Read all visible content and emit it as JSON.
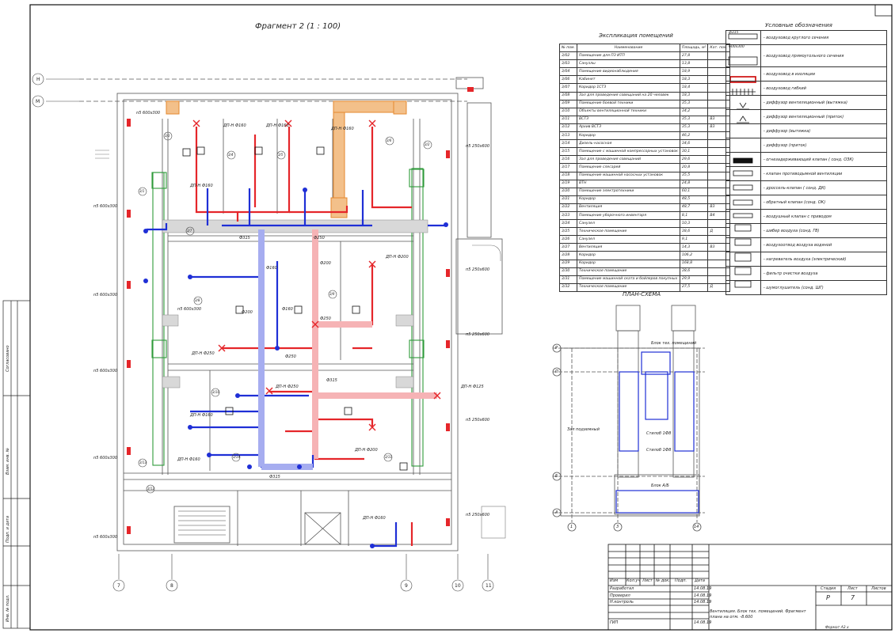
{
  "drawing": {
    "fragment_title": "Фрагмент 2 (1 : 100)",
    "plan_scheme_title": "ПЛАН-СХЕМА",
    "plan_labels": {
      "block_tech": "Блок тех. помещений",
      "underground": "Зал подземный",
      "stair_1": "Стилоб 1Ф8",
      "stair_2": "Стилоб 1Ф8",
      "block_ab": "Блок А/Б"
    },
    "axis_labels": {
      "h1": "Н",
      "h2": "М",
      "v1": "7",
      "v2": "8",
      "v3": "9",
      "v4": "10",
      "v5": "11"
    },
    "plan_axes": {
      "p1": "Р",
      "p2": "П",
      "p3": "Б",
      "p4": "А",
      "n1": "1",
      "n2": "3",
      "n3": "14"
    },
    "duct_labels": [
      "ДП-Н Ф160",
      "ДП-Н Ф160",
      "ДП-Н Ф160",
      "ДП-Н Ф160",
      "Ф250",
      "Ф315",
      "Ф200",
      "Ф160",
      "Ф250",
      "Ф200",
      "Ф160",
      "Ф250",
      "ДП-Н Ф200",
      "ДП-Н Ф250",
      "Ф315",
      "ДП-Н Ф125",
      "ДП-Н Ф160",
      "ДП-Н Ф160",
      "ДП-Н Ф250",
      "Ф315",
      "ДП-Н Ф200",
      "ДП-Н Ф160"
    ],
    "room_tags": [
      "3/1",
      "3/2",
      "3/3",
      "3/4",
      "3/5",
      "3/6",
      "3/7",
      "3/8",
      "3/9",
      "3/10",
      "3/11",
      "3/12",
      "3/13",
      "3/14"
    ],
    "side_labels_left": [
      "п5 600х300",
      "п5 600х300",
      "п5 600х300",
      "п5 600х300",
      "п5 600х300",
      "п5 600х300",
      "п5 600х300"
    ],
    "side_labels_right": [
      "п5 250х600",
      "п5 250х600",
      "п5 250х600",
      "п5 250х600",
      "п5 250х600"
    ]
  },
  "explication": {
    "title": "Экспликация помещений",
    "headers": [
      "№ пом.",
      "Наименование",
      "Площадь, м²",
      "Кат. пом."
    ],
    "rows": [
      [
        "3/02",
        "Помещение для ПЗ ИТП",
        "27,8",
        ""
      ],
      [
        "3/03",
        "Санузлы",
        "13,8",
        ""
      ],
      [
        "3/04",
        "Помещение видеонаблюдения",
        "18,9",
        ""
      ],
      [
        "3/06",
        "Кабинет",
        "18,3",
        ""
      ],
      [
        "3/07",
        "Коридор 1СТЗ",
        "18,4",
        ""
      ],
      [
        "3/08",
        "Зал для проведения совещаний на 20 человек",
        "18,3",
        ""
      ],
      [
        "3/09",
        "Помещение боевой техники",
        "35,3",
        ""
      ],
      [
        "3/10",
        "Объекты вентиляционной техники",
        "34,2",
        ""
      ],
      [
        "3/11",
        "ВСТЗ",
        "35,3",
        "В3"
      ],
      [
        "3/12",
        "Архив ВСТЗ",
        "35,3",
        "В3"
      ],
      [
        "3/13",
        "Коридор",
        "46,2",
        ""
      ],
      [
        "3/14",
        "Дизель-насосная",
        "34,6",
        ""
      ],
      [
        "3/15",
        "Помещение с машинной компрессорных установок",
        "30,1",
        ""
      ],
      [
        "3/16",
        "Зал для проведения совещаний",
        "29,6",
        ""
      ],
      [
        "3/17",
        "Помещение слесарей",
        "20,8",
        ""
      ],
      [
        "3/18",
        "Помещение машинной насосных установок",
        "35,5",
        ""
      ],
      [
        "3/19",
        "ВТН",
        "24,8",
        ""
      ],
      [
        "3/20",
        "Помещение электротехники",
        "60,1",
        ""
      ],
      [
        "3/21",
        "Коридор",
        "48,5",
        ""
      ],
      [
        "3/22",
        "Вентиляция",
        "48,7",
        "В3"
      ],
      [
        "3/23",
        "Помещение уборочного инвентаря",
        "8,1",
        "В4"
      ],
      [
        "3/24",
        "Санузел",
        "10,3",
        ""
      ],
      [
        "3/25",
        "Техническое помещение",
        "38,6",
        "Д"
      ],
      [
        "3/26",
        "Санузел",
        "9,1",
        ""
      ],
      [
        "3/27",
        "Вентиляция",
        "14,3",
        "В3"
      ],
      [
        "3/28",
        "Коридор",
        "106,2",
        ""
      ],
      [
        "3/29",
        "Коридор",
        "168,8",
        ""
      ],
      [
        "3/30",
        "Техническое помещение",
        "38,6",
        ""
      ],
      [
        "3/31",
        "Помещение машинной ската и бойлеров покупных",
        "29,9",
        ""
      ],
      [
        "3/32",
        "Техническое помещение",
        "27,5",
        "Д"
      ]
    ]
  },
  "legend": {
    "title": "Условные обозначения",
    "items": [
      {
        "symbol": "ф315",
        "text": "- воздуховод круглого сечения"
      },
      {
        "symbol": "600х300",
        "text": "- воздуховод прямоугольного сечения"
      },
      {
        "symbol": "",
        "text": "- воздуховод в изоляции"
      },
      {
        "symbol": "",
        "text": "- воздуховод гибкий"
      },
      {
        "symbol": "",
        "text": "- диффузор вентиляционный (вытяжка)"
      },
      {
        "symbol": "",
        "text": "- диффузор вентиляционный (приток)"
      },
      {
        "symbol": "",
        "text": "- диффузор (вытяжка)"
      },
      {
        "symbol": "",
        "text": "- диффузор (приток)"
      },
      {
        "symbol": "",
        "text": "- огнезадерживающий клапан ( сонд. ОЗК)"
      },
      {
        "symbol": "",
        "text": "- клапан противодымной вентиляции"
      },
      {
        "symbol": "",
        "text": "- дроссель-клапан ( сонд. ДК)"
      },
      {
        "symbol": "",
        "text": "- обратный клапан (сонд. ОК)"
      },
      {
        "symbol": "",
        "text": "- воздушный клапан с приводом"
      },
      {
        "symbol": "",
        "text": "- шибер воздуха (сонд. ГВ)"
      },
      {
        "symbol": "",
        "text": "- воздухоотвод воздуха водяной"
      },
      {
        "symbol": "",
        "text": "- нагреватель воздуха (электрический)"
      },
      {
        "symbol": "",
        "text": "- фильтр очистки воздуха"
      },
      {
        "symbol": "",
        "text": "- шумоглушитель (сонд. ШГ)"
      }
    ]
  },
  "stamp": {
    "headers": [
      "Изм",
      "Кол.уч",
      "Лист",
      "№ док.",
      "Подп.",
      "Дата"
    ],
    "roles": [
      {
        "role": "Разработал",
        "date": "14.08.19"
      },
      {
        "role": "Проверил",
        "date": "14.08.19"
      },
      {
        "role": "Н.контроль",
        "date": "14.08.19"
      },
      {
        "role": "ГИП",
        "date": "14.08.19"
      }
    ],
    "sheet_title": "Вентиляция. Блок тех. помещений. Фрагмент плана на отм. -8.600",
    "stage_header": "Стадия",
    "sheet_header": "Лист",
    "sheets_header": "Листов",
    "stage": "Р",
    "sheet": "7",
    "format": "Формат А3 х"
  },
  "side_strip": {
    "labels": [
      "Согласовано",
      "Взам. инв. №",
      "Подп. и дата",
      "Инв. № подл."
    ]
  },
  "colors": {
    "supply": "#e5262a",
    "exhaust": "#1f2fd6",
    "green": "#2e9a3a",
    "orange": "#e5892f",
    "line": "#333333"
  }
}
